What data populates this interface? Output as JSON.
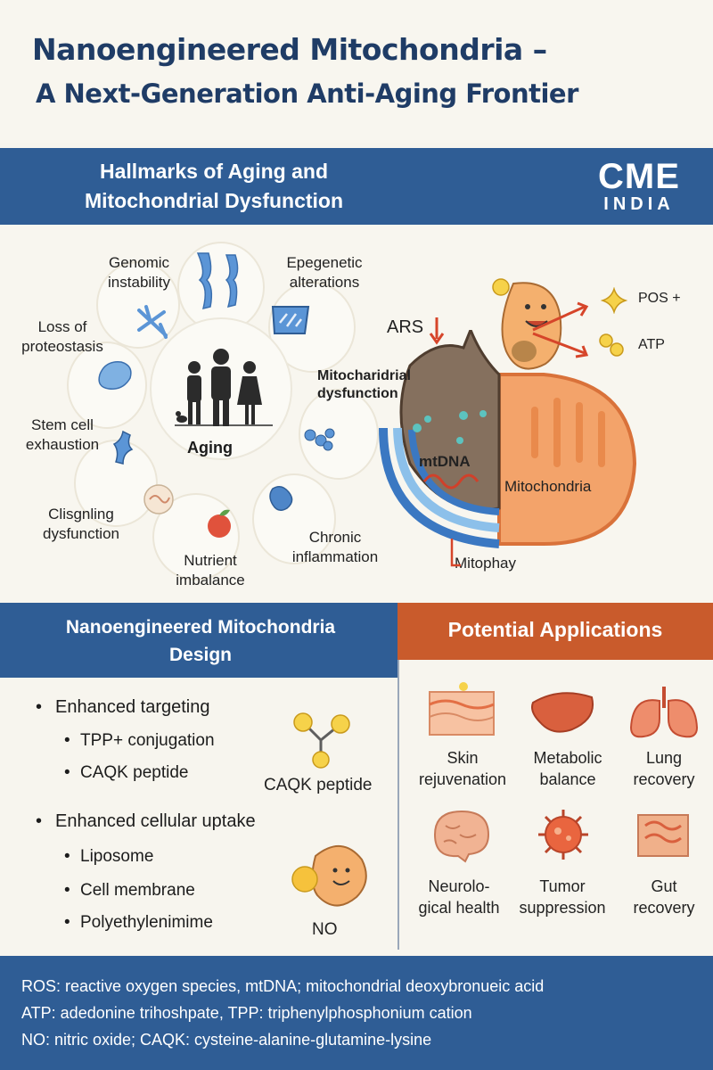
{
  "title": {
    "line1": "Nanoengineered Mitochondria –",
    "line2": "A Next-Generation Anti-Aging Frontier"
  },
  "section1": {
    "title_line1": "Hallmarks of Aging and",
    "title_line2": "Mitochondrial Dysfunction"
  },
  "logo": {
    "main": "CME",
    "sub": "INDIA"
  },
  "hallmarks": {
    "center": "Aging",
    "items": [
      {
        "line1": "Genomic",
        "line2": "instability"
      },
      {
        "line1": "Epegenetic",
        "line2": "alterations"
      },
      {
        "line1": "Loss of",
        "line2": "proteostasis"
      },
      {
        "line1": "Stem cell",
        "line2": "exhaustion"
      },
      {
        "line1": "Clisgnling",
        "line2": "dysfunction"
      },
      {
        "line1": "Nutrient",
        "line2": "imbalance"
      },
      {
        "line1": "Chronic",
        "line2": "inflammation"
      }
    ]
  },
  "mito": {
    "ars": "ARS",
    "dysfunction_line1": "Mitocharidrial",
    "dysfunction_line2": "dysfunction",
    "mtdna": "mtDNA",
    "mitochondria": "Mitochondria",
    "mitophagy": "Mitophay",
    "pos": "POS +",
    "atp": "ATP"
  },
  "design": {
    "title_line1": "Nanoengineered Mitochondria",
    "title_line2": "Design",
    "groups": [
      {
        "label": "Enhanced targeting",
        "items": [
          "TPP+ conjugation",
          "CAQK peptide"
        ]
      },
      {
        "label": "Enhanced cellular uptake",
        "items": [
          "Liposome",
          "Cell membrane",
          "Polyethylenimime"
        ]
      }
    ],
    "caqk_label": "CAQK peptide",
    "no_label": "NO"
  },
  "applications": {
    "title": "Potential Applications",
    "items": [
      {
        "line1": "Skin",
        "line2": "rejuvenation"
      },
      {
        "line1": "Metabolic",
        "line2": "balance"
      },
      {
        "line1": "Lung",
        "line2": "recovery"
      },
      {
        "line1": "Neurolo-",
        "line2": "gical health"
      },
      {
        "line1": "Tumor",
        "line2": "suppression"
      },
      {
        "line1": "Gut",
        "line2": "recovery"
      }
    ]
  },
  "footer": {
    "line1": "ROS: reactive oxygen species, mtDNA; mitochondrial deoxybronueic acid",
    "line2": "ATP: adedonine trihoshpate, TPP: triphenylphosphonium cation",
    "line3": "NO: nitric oxide; CAQK: cysteine-alanine-glutamine-lysine"
  },
  "colors": {
    "navy": "#1f3c66",
    "band_blue": "#2f5d95",
    "band_orange": "#c95b2c",
    "mito_orange": "#f3a36a",
    "icon_blue": "#4e86c8"
  }
}
